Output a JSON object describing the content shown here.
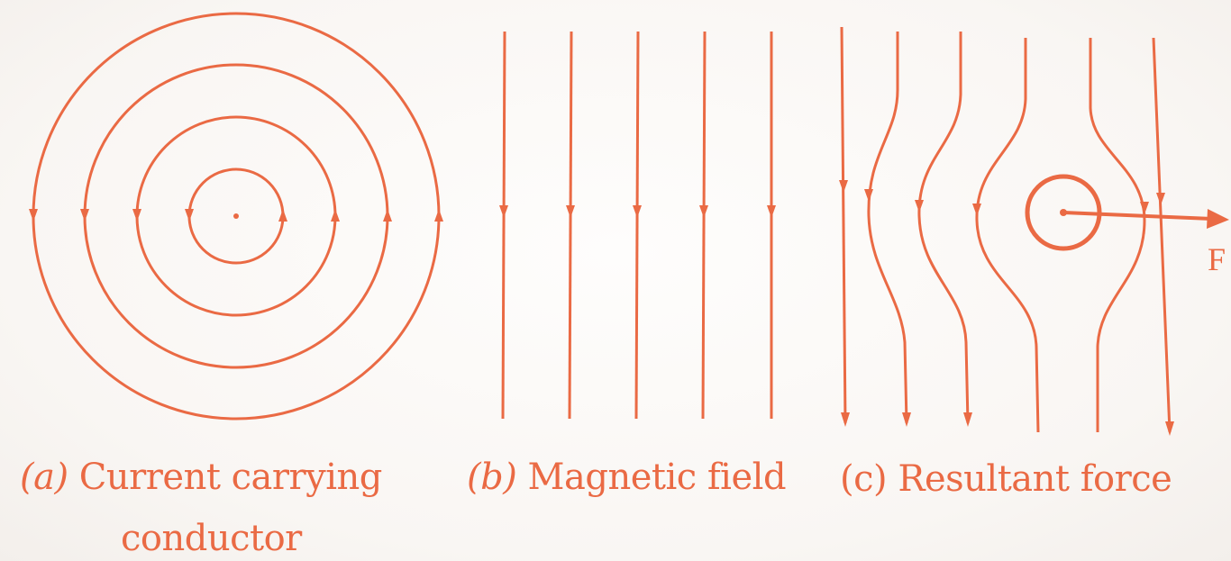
{
  "diagram": {
    "accent_color": "#ea6a44",
    "panels": [
      {
        "id": "a",
        "caption_letter": "(a)",
        "caption_text": "Current carrying",
        "caption_line2": "conductor",
        "elements": [
          "concentric-field-circles",
          "conductor-dot"
        ]
      },
      {
        "id": "b",
        "caption_letter": "(b)",
        "caption_text": "Magnetic field",
        "elements": [
          "parallel-field-lines"
        ]
      },
      {
        "id": "c",
        "caption_letter": "(c)",
        "caption_text": "Resultant force",
        "force_label": "F",
        "elements": [
          "distorted-field-lines",
          "conductor-circle",
          "force-arrow"
        ]
      }
    ]
  }
}
